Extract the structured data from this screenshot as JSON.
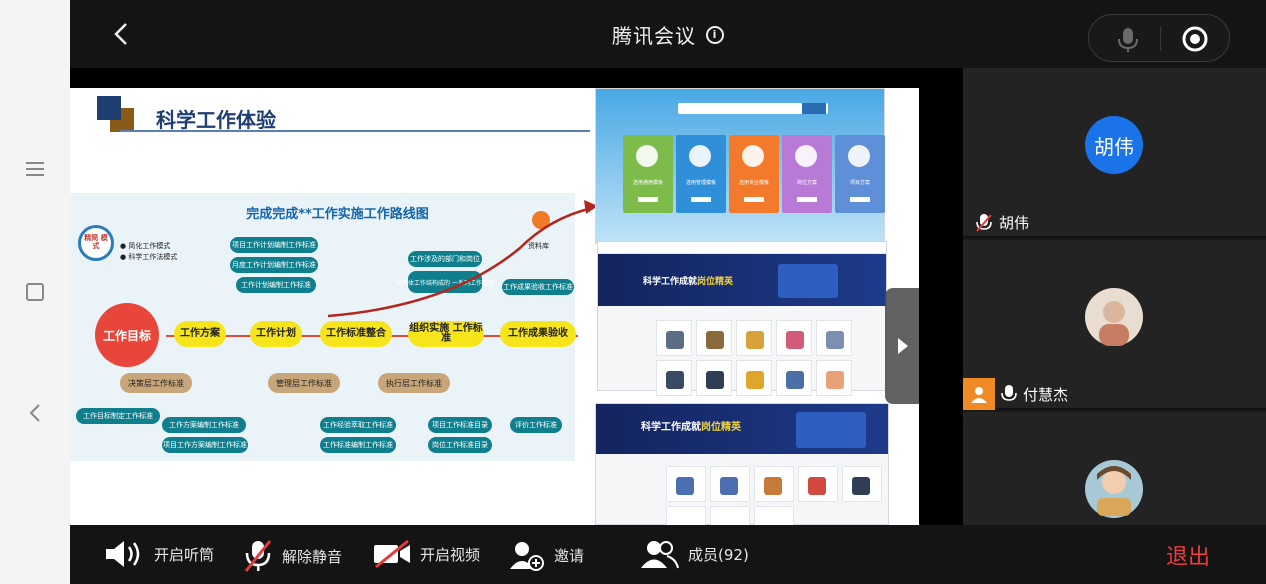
{
  "app": {
    "title": "腾讯会议"
  },
  "slide": {
    "title": "科学工作体验",
    "roadmap": {
      "title": "完成完成**工作实施工作路线图",
      "logo_text": "精简 模式",
      "modes": [
        "● 简化工作模式",
        "● 科学工作法模式"
      ],
      "library_label": "资料库",
      "goal": "工作目标",
      "steps": [
        "工作方案",
        "工作计划",
        "工作标准整合",
        "组织实施 工作标准",
        "工作成果验收"
      ],
      "upper_tags": [
        "项目工作计划编制工作标准",
        "月度工作计划编制工作标准",
        "工作计划编制工作标准",
        "工作涉及的部门和岗位",
        "由具体工作结构成的 一系列工作事项",
        "工作成果验收工作标准"
      ],
      "brown_tags": [
        "决策层工作标准",
        "管理层工作标准",
        "执行层工作标准"
      ],
      "lower_tags": [
        "工作目标制定工作标准",
        "工作方案编制工作标准",
        "项目工作方案编制工作标准",
        "工作经验萃取工作标准",
        "工作标准编制工作标准",
        "项目工作标准目录",
        "岗位工作标准目录",
        "评价工作标准"
      ]
    },
    "portal": {
      "tiles": [
        {
          "label": "选用通用模板",
          "color": "#7dbb4a"
        },
        {
          "label": "选用管理模板",
          "color": "#2f8fd8"
        },
        {
          "label": "选用专业模板",
          "color": "#f27a2a"
        },
        {
          "label": "岗位方案",
          "color": "#b87ad6"
        },
        {
          "label": "项目方案",
          "color": "#5f8fd7"
        }
      ]
    },
    "banner_text_a": "科学工作成就",
    "banner_text_b": "岗位精英"
  },
  "participants": [
    {
      "name": "胡伟",
      "avatar_text": "胡伟",
      "muted": true
    },
    {
      "name": "付慧杰",
      "avatar_text": "",
      "muted": false
    },
    {
      "name": "",
      "avatar_text": "",
      "muted": false
    }
  ],
  "toolbar": {
    "speaker": "开启听筒",
    "unmute": "解除静音",
    "video": "开启视频",
    "invite": "邀请",
    "members": "成员(92)",
    "exit": "退出"
  },
  "icons": {
    "back": "chevron-left-icon",
    "info": "info-icon",
    "mic": "microphone-icon",
    "record": "record-icon",
    "menu": "menu-icon",
    "square": "square-icon",
    "arrow": "chevron-left-icon",
    "next": "chevron-right-icon"
  },
  "colors": {
    "exit": "#ee3b3b",
    "avatar_blue": "#1a73e8",
    "tag_teal": "#0f7f8d",
    "step_yellow": "#f7e51c",
    "goal_red": "#e8463a"
  }
}
